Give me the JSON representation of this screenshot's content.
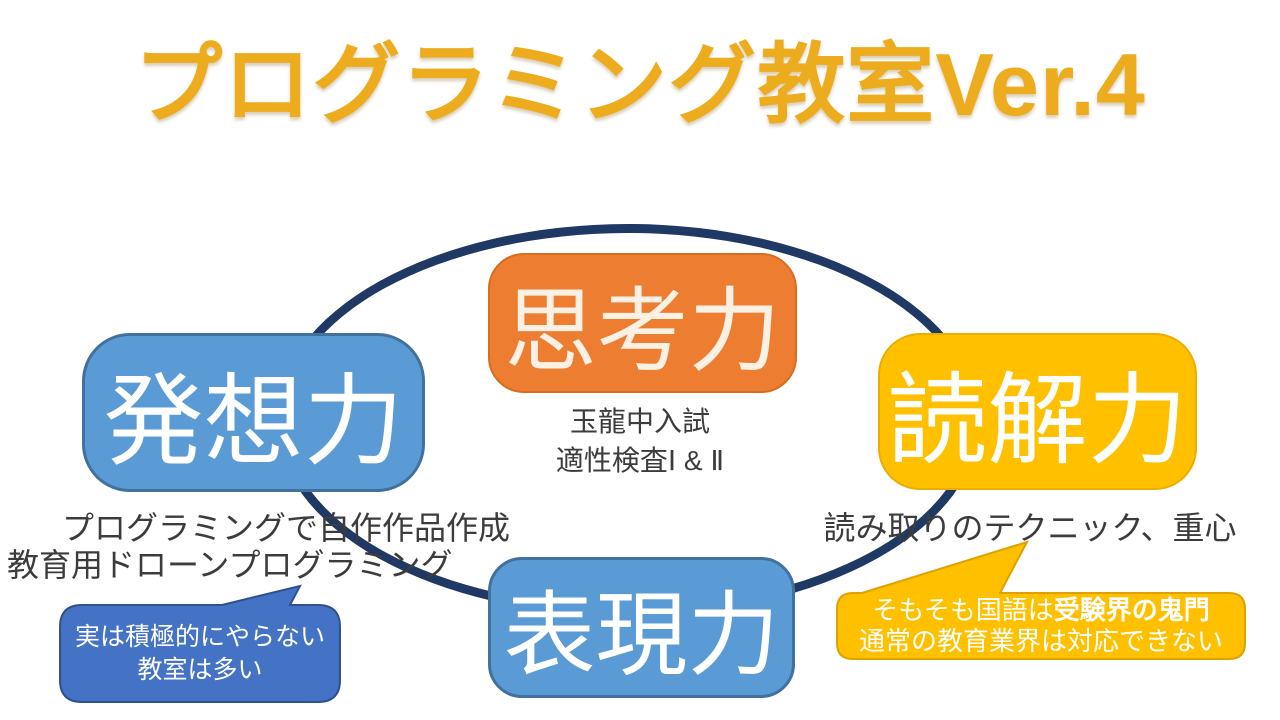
{
  "title": "プログラミング教室Ver.4",
  "nodes": [
    {
      "id": "thinking",
      "label": "思考力"
    },
    {
      "id": "idea",
      "label": "発想力"
    },
    {
      "id": "reading",
      "label": "読解力"
    },
    {
      "id": "expression",
      "label": "表現力"
    }
  ],
  "captions": {
    "thinking_line1": "玉龍中入試",
    "thinking_line2": "適性検査Ⅰ & Ⅱ",
    "idea_line1": "プログラミングで自作作品作成",
    "idea_line2": "教育用ドローンプログラミング",
    "reading": "読み取りのテクニック、重心"
  },
  "callouts": {
    "left_line1": "実は積極的にやらない",
    "left_line2": "教室は多い",
    "right_line1_normal": "そもそも国語は",
    "right_line1_bold": "受験界の鬼門",
    "right_line2": "通常の教育業界は対応できない"
  },
  "colors": {
    "title_gold": "#EDAC1E",
    "ellipse_navy": "#1F3864",
    "orange_box": "#ED7D31",
    "blue_box": "#5B9BD5",
    "blue_box_border": "#41719C",
    "yellow_box": "#FFC000",
    "callout_blue": "#4472C4",
    "callout_blue_border": "#2F528F",
    "callout_yellow": "#FFC000",
    "caption_text": "#3C3C3C",
    "background": "#FFFFFF"
  }
}
